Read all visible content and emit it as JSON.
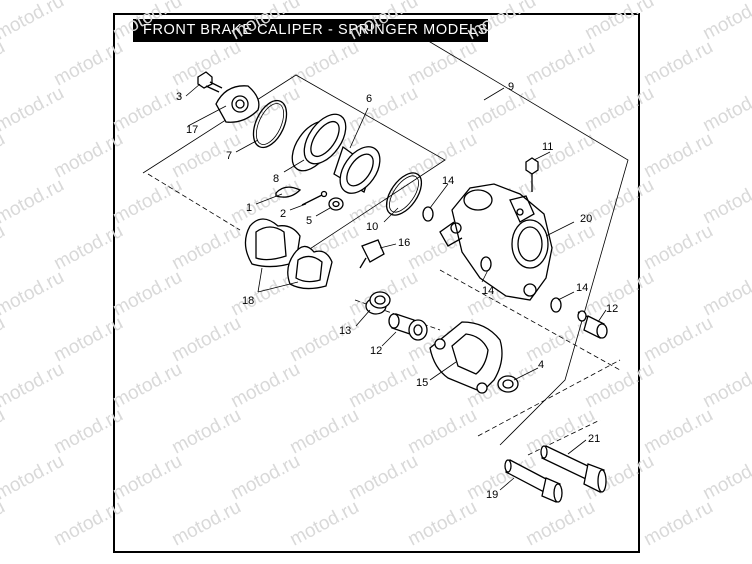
{
  "title": "FRONT BRAKE CALIPER - SPRINGER MODELS",
  "watermark": "motod.ru",
  "colors": {
    "frame": "#000000",
    "title_bg": "#000000",
    "title_text": "#ffffff",
    "watermark": "#d9d9d9"
  },
  "callouts": {
    "c1": "1",
    "c2": "2",
    "c3": "3",
    "c4": "4",
    "c5": "5",
    "c6": "6",
    "c7": "7",
    "c8": "8",
    "c9": "9",
    "c10": "10",
    "c11": "11",
    "c12a": "12",
    "c12b": "12",
    "c13": "13",
    "c14a": "14",
    "c14b": "14",
    "c14c": "14",
    "c15": "15",
    "c16": "16",
    "c17": "17",
    "c18": "18",
    "c19": "19",
    "c20": "20",
    "c21": "21"
  }
}
